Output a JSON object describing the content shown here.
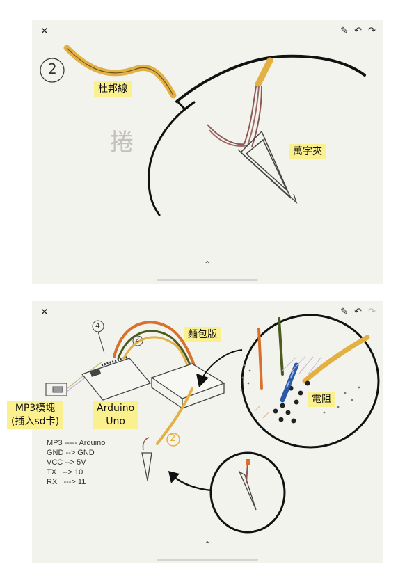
{
  "toolbar": {
    "close_glyph": "✕",
    "pen_glyph": "✎",
    "undo_glyph": "↶",
    "redo_glyph": "↷",
    "collapse_glyph": "⌃"
  },
  "panel_top": {
    "labels": {
      "dupont_wire": "杜邦線",
      "paperclip": "萬字夾"
    },
    "step_number": "2",
    "handwritten_char": "捲"
  },
  "panel_bottom": {
    "labels": {
      "breadboard": "麵包版",
      "resistor": "電阻",
      "mp3_module": "MP3模塊\n(插入sd卡)",
      "arduino": "Arduino\nUno"
    },
    "wire_numbers": {
      "four": "4",
      "two_small": "2",
      "two_large": "2"
    },
    "notes": [
      "MP3 ----- Arduino",
      "GND --> GND",
      "VCC --> 5V",
      "TX   --> 10",
      "RX   ---> 11"
    ]
  },
  "colors": {
    "canvas": "#f3f3ee",
    "label_bg": "#fbf08e",
    "wire_yellow": "#e2b043",
    "wire_orange": "#d9702c",
    "wire_green": "#4b5a1f"
  }
}
